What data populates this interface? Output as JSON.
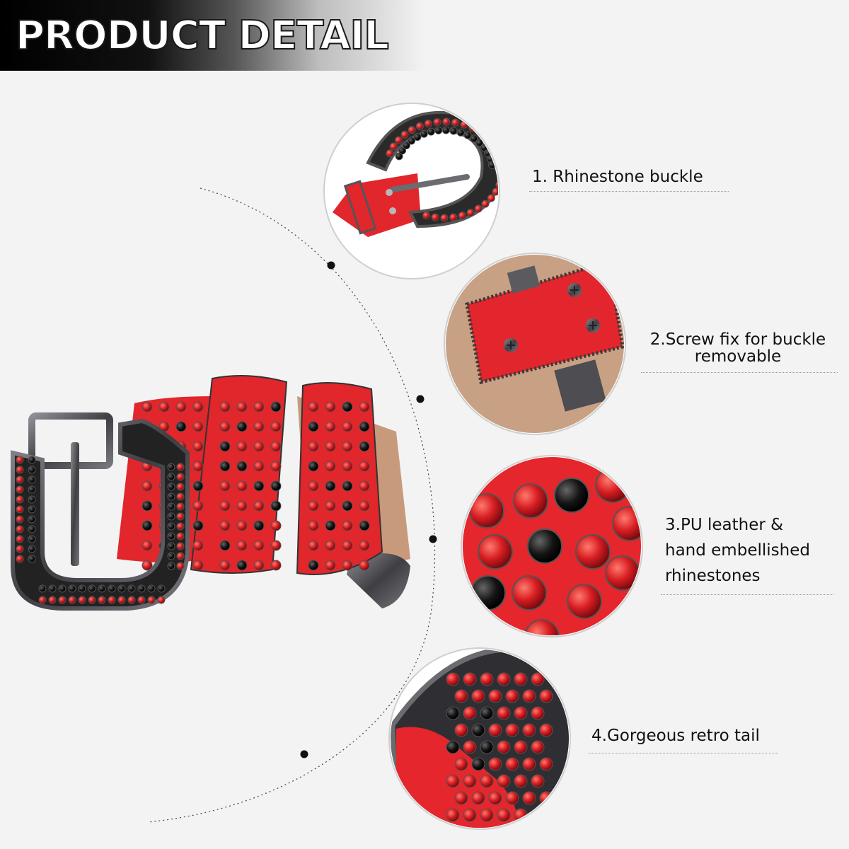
{
  "header": {
    "title": "PRODUCT DETAIL"
  },
  "colors": {
    "accent_red": "#d81e23",
    "rhinestone_black": "#111111",
    "metal": "#5a5a5f",
    "background": "#f3f3f3"
  },
  "features": [
    {
      "lines": [
        "1. Rhinestone buckle"
      ]
    },
    {
      "lines": [
        "2.Screw fix for buckle",
        "removable"
      ]
    },
    {
      "lines": [
        "3.PU leather &",
        "hand embellished",
        "rhinestones"
      ]
    },
    {
      "lines": [
        "4.Gorgeous retro tail"
      ]
    }
  ]
}
